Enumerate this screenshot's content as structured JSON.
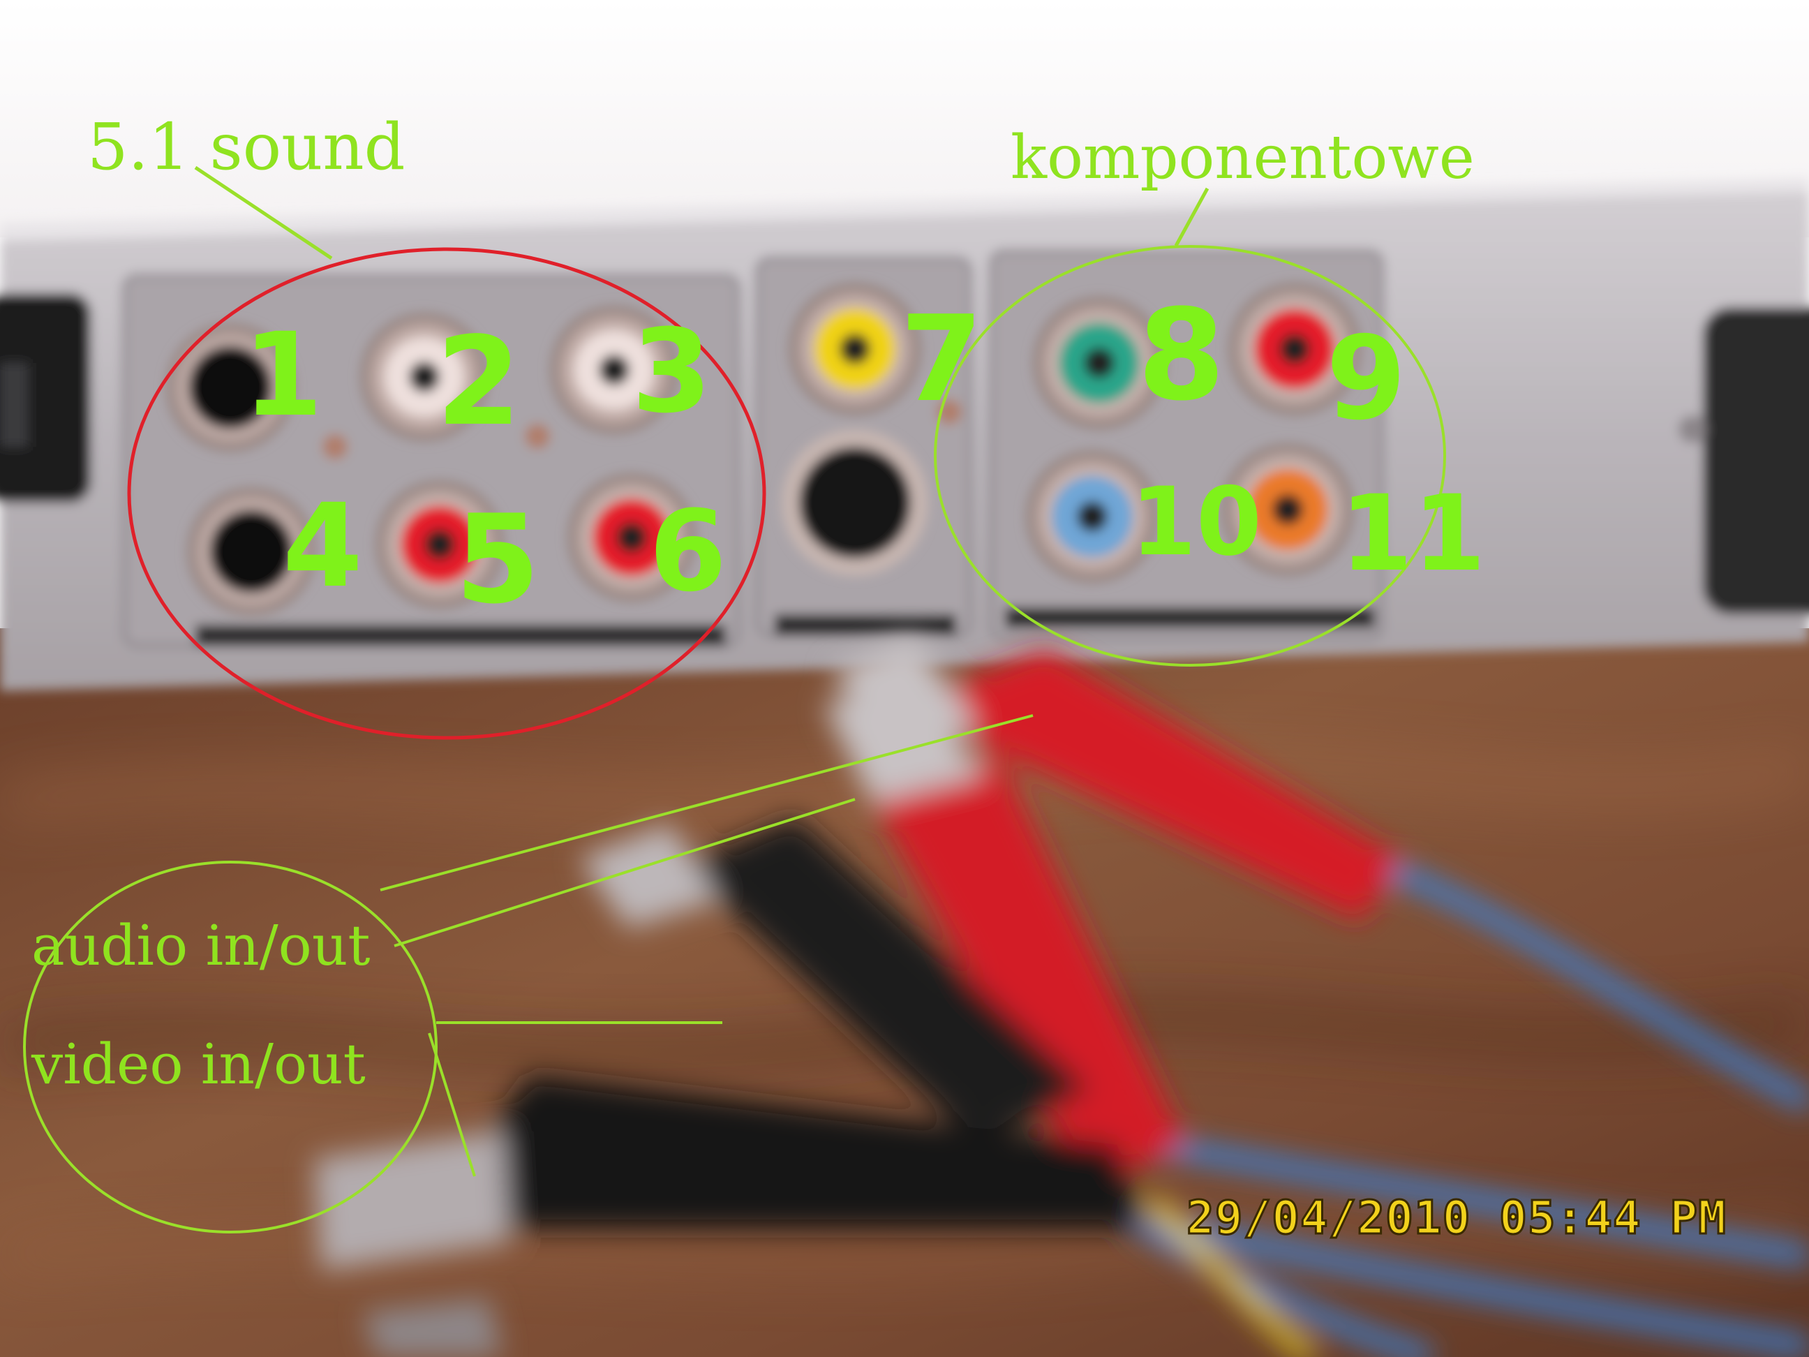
{
  "annotations": {
    "sound_label": "5.1 sound",
    "component_label": "komponentowe",
    "audio_label": "audio in/out",
    "video_label": "video in/out"
  },
  "jack_numbers": [
    "1",
    "2",
    "3",
    "4",
    "5",
    "6",
    "7",
    "8",
    "9",
    "10",
    "11"
  ],
  "timestamp": "29/04/2010 05:44 PM",
  "colors": {
    "annotation_green": "#8fe31f",
    "circle_red": "#e0202a",
    "timestamp_yellow": "#f2d21c",
    "device_silver": "#b9b4b8",
    "table_wood": "#7a4a30"
  }
}
